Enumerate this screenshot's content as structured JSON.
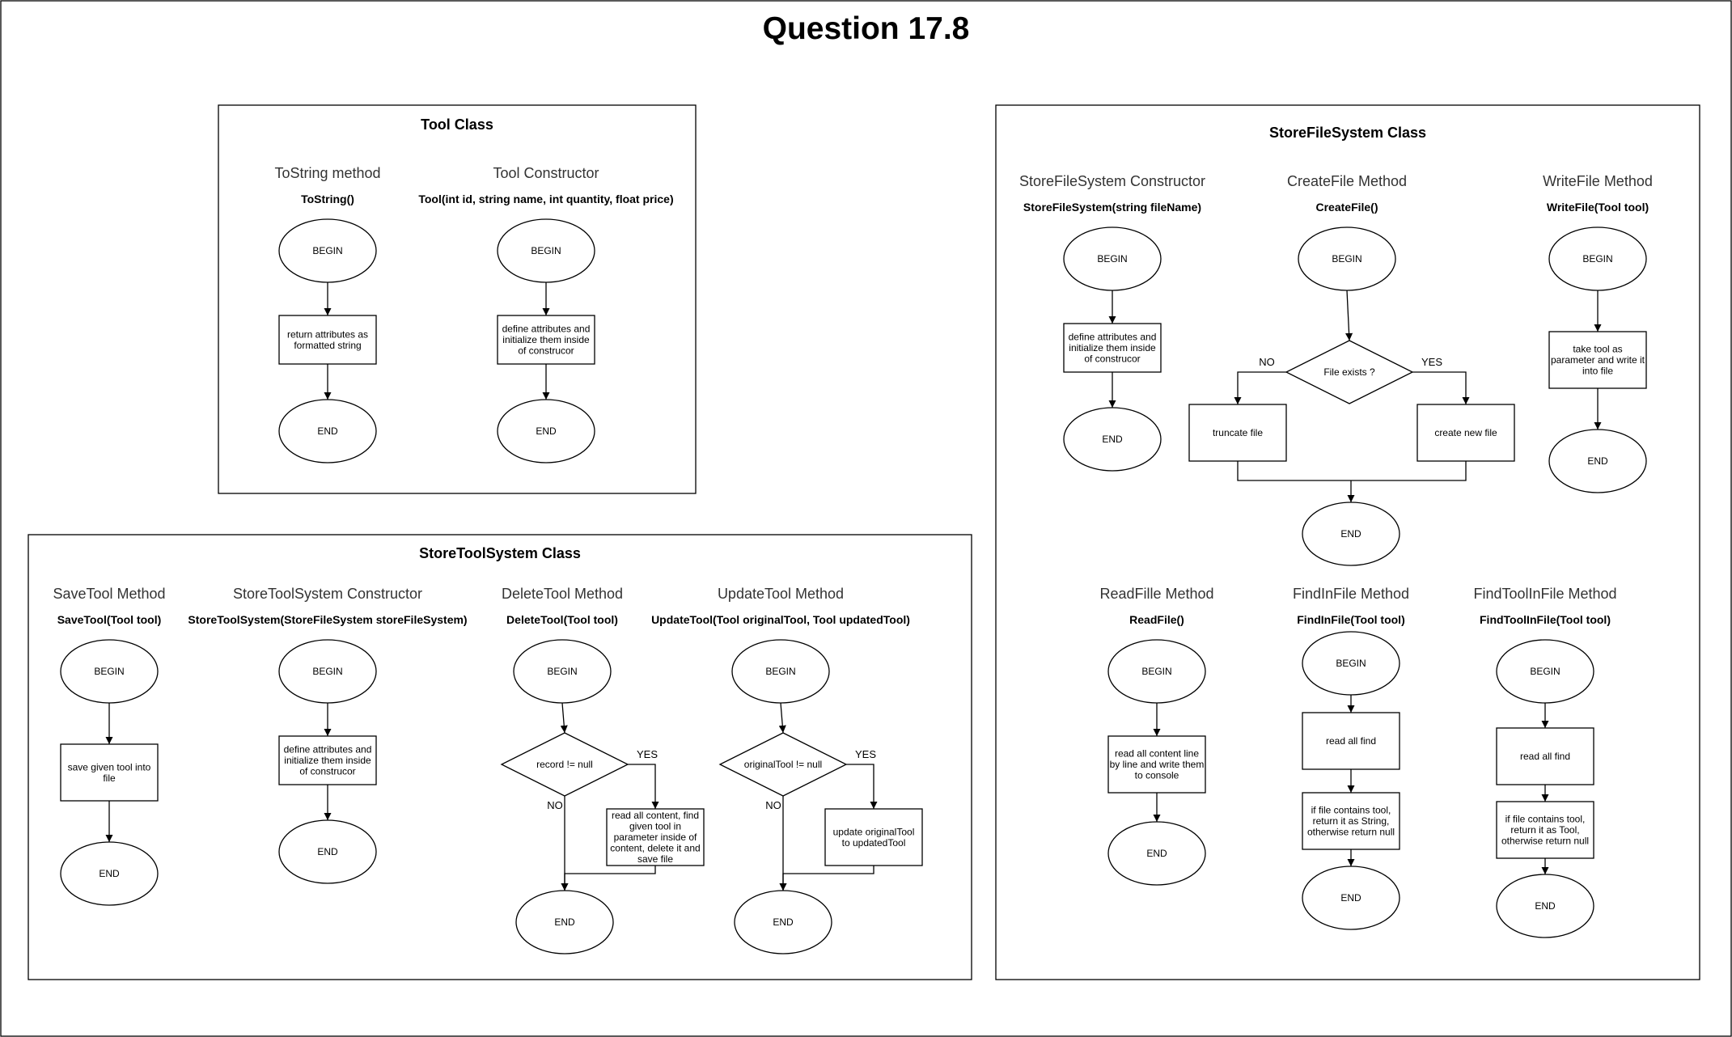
{
  "title": "Question 17.8",
  "panels": [
    {
      "id": "tool",
      "title": "Tool Class",
      "methods": [
        {
          "id": "tostring",
          "title": "ToString method",
          "signature": "ToString()",
          "nodes": [
            {
              "id": "begin",
              "kind": "ellipse",
              "text": "BEGIN"
            },
            {
              "id": "step1",
              "kind": "rect",
              "text": "return attributes as\nformatted string"
            },
            {
              "id": "end",
              "kind": "ellipse",
              "text": "END"
            }
          ],
          "edges": [
            {
              "from": "begin",
              "to": "step1"
            },
            {
              "from": "step1",
              "to": "end"
            }
          ]
        },
        {
          "id": "tool_ctor",
          "title": "Tool Constructor",
          "signature": "Tool(int id, string name, int quantity, float price)",
          "nodes": [
            {
              "id": "begin",
              "kind": "ellipse",
              "text": "BEGIN"
            },
            {
              "id": "step1",
              "kind": "rect",
              "text": "define attributes and\ninitialize them inside\nof construcor"
            },
            {
              "id": "end",
              "kind": "ellipse",
              "text": "END"
            }
          ],
          "edges": [
            {
              "from": "begin",
              "to": "step1"
            },
            {
              "from": "step1",
              "to": "end"
            }
          ]
        }
      ]
    },
    {
      "id": "storetoolsystem",
      "title": "StoreToolSystem Class",
      "methods": [
        {
          "id": "savetool",
          "title": "SaveTool Method",
          "signature": "SaveTool(Tool tool)",
          "nodes": [
            {
              "id": "begin",
              "kind": "ellipse",
              "text": "BEGIN"
            },
            {
              "id": "step1",
              "kind": "rect",
              "text": "save given tool into\nfile"
            },
            {
              "id": "end",
              "kind": "ellipse",
              "text": "END"
            }
          ],
          "edges": [
            {
              "from": "begin",
              "to": "step1"
            },
            {
              "from": "step1",
              "to": "end"
            }
          ]
        },
        {
          "id": "sts_ctor",
          "title": "StoreToolSystem Constructor",
          "signature": "StoreToolSystem(StoreFileSystem storeFileSystem)",
          "nodes": [
            {
              "id": "begin",
              "kind": "ellipse",
              "text": "BEGIN"
            },
            {
              "id": "step1",
              "kind": "rect",
              "text": "define attributes and\ninitialize them inside\nof construcor"
            },
            {
              "id": "end",
              "kind": "ellipse",
              "text": "END"
            }
          ],
          "edges": [
            {
              "from": "begin",
              "to": "step1"
            },
            {
              "from": "step1",
              "to": "end"
            }
          ]
        },
        {
          "id": "deletetool",
          "title": "DeleteTool Method",
          "signature": "DeleteTool(Tool tool)",
          "nodes": [
            {
              "id": "begin",
              "kind": "ellipse",
              "text": "BEGIN"
            },
            {
              "id": "cond",
              "kind": "diamond",
              "text": "record != null"
            },
            {
              "id": "step1",
              "kind": "rect",
              "text": "read all content, find\ngiven tool in\nparameter inside of\ncontent, delete it and\nsave file"
            },
            {
              "id": "end",
              "kind": "ellipse",
              "text": "END"
            }
          ],
          "edges": [
            {
              "from": "begin",
              "to": "cond"
            },
            {
              "from": "cond",
              "to": "step1",
              "label": "YES"
            },
            {
              "from": "cond",
              "to": "end",
              "label": "NO"
            },
            {
              "from": "step1",
              "to": "end"
            }
          ]
        },
        {
          "id": "updatetool",
          "title": "UpdateTool Method",
          "signature": "UpdateTool(Tool originalTool, Tool updatedTool)",
          "nodes": [
            {
              "id": "begin",
              "kind": "ellipse",
              "text": "BEGIN"
            },
            {
              "id": "cond",
              "kind": "diamond",
              "text": "originalTool != null"
            },
            {
              "id": "step1",
              "kind": "rect",
              "text": "update originalTool\nto updatedTool"
            },
            {
              "id": "end",
              "kind": "ellipse",
              "text": "END"
            }
          ],
          "edges": [
            {
              "from": "begin",
              "to": "cond"
            },
            {
              "from": "cond",
              "to": "step1",
              "label": "YES"
            },
            {
              "from": "cond",
              "to": "end",
              "label": "NO"
            },
            {
              "from": "step1",
              "to": "end"
            }
          ]
        }
      ]
    },
    {
      "id": "storefilesystem",
      "title": "StoreFileSystem Class",
      "methods": [
        {
          "id": "sfs_ctor",
          "title": "StoreFileSystem Constructor",
          "signature": "StoreFileSystem(string fileName)",
          "nodes": [
            {
              "id": "begin",
              "kind": "ellipse",
              "text": "BEGIN"
            },
            {
              "id": "step1",
              "kind": "rect",
              "text": "define attributes and\ninitialize them inside\nof construcor"
            },
            {
              "id": "end",
              "kind": "ellipse",
              "text": "END"
            }
          ],
          "edges": [
            {
              "from": "begin",
              "to": "step1"
            },
            {
              "from": "step1",
              "to": "end"
            }
          ]
        },
        {
          "id": "createfile",
          "title": "CreateFile Method",
          "signature": "CreateFile()",
          "nodes": [
            {
              "id": "begin",
              "kind": "ellipse",
              "text": "BEGIN"
            },
            {
              "id": "cond",
              "kind": "diamond",
              "text": "File exists ?"
            },
            {
              "id": "truncate",
              "kind": "rect",
              "text": "truncate file"
            },
            {
              "id": "create",
              "kind": "rect",
              "text": "create new file"
            },
            {
              "id": "end",
              "kind": "ellipse",
              "text": "END"
            }
          ],
          "edges": [
            {
              "from": "begin",
              "to": "cond"
            },
            {
              "from": "cond",
              "to": "truncate",
              "label": "NO"
            },
            {
              "from": "cond",
              "to": "create",
              "label": "YES"
            },
            {
              "from": "truncate",
              "to": "end"
            },
            {
              "from": "create",
              "to": "end"
            }
          ]
        },
        {
          "id": "writefile",
          "title": "WriteFile Method",
          "signature": "WriteFile(Tool tool)",
          "nodes": [
            {
              "id": "begin",
              "kind": "ellipse",
              "text": "BEGIN"
            },
            {
              "id": "step1",
              "kind": "rect",
              "text": "take tool as\nparameter and write it\ninto file"
            },
            {
              "id": "end",
              "kind": "ellipse",
              "text": "END"
            }
          ],
          "edges": [
            {
              "from": "begin",
              "to": "step1"
            },
            {
              "from": "step1",
              "to": "end"
            }
          ]
        },
        {
          "id": "readfile",
          "title": "ReadFille Method",
          "signature": "ReadFile()",
          "nodes": [
            {
              "id": "begin",
              "kind": "ellipse",
              "text": "BEGIN"
            },
            {
              "id": "step1",
              "kind": "rect",
              "text": "read all content line\nby line and write them\nto console"
            },
            {
              "id": "end",
              "kind": "ellipse",
              "text": "END"
            }
          ],
          "edges": [
            {
              "from": "begin",
              "to": "step1"
            },
            {
              "from": "step1",
              "to": "end"
            }
          ]
        },
        {
          "id": "findinfile",
          "title": "FindInFile Method",
          "signature": "FindInFile(Tool tool)",
          "nodes": [
            {
              "id": "begin",
              "kind": "ellipse",
              "text": "BEGIN"
            },
            {
              "id": "step1",
              "kind": "rect",
              "text": "read all find"
            },
            {
              "id": "step2",
              "kind": "rect",
              "text": "if file contains tool,\nreturn it as String,\notherwise return null"
            },
            {
              "id": "end",
              "kind": "ellipse",
              "text": "END"
            }
          ],
          "edges": [
            {
              "from": "begin",
              "to": "step1"
            },
            {
              "from": "step1",
              "to": "step2"
            },
            {
              "from": "step2",
              "to": "end"
            }
          ]
        },
        {
          "id": "findtoolinfile",
          "title": "FindToolInFile Method",
          "signature": "FindToolInFile(Tool tool)",
          "nodes": [
            {
              "id": "begin",
              "kind": "ellipse",
              "text": "BEGIN"
            },
            {
              "id": "step1",
              "kind": "rect",
              "text": "read all find"
            },
            {
              "id": "step2",
              "kind": "rect",
              "text": "if file contains tool,\nreturn it as Tool,\notherwise return null"
            },
            {
              "id": "end",
              "kind": "ellipse",
              "text": "END"
            }
          ],
          "edges": [
            {
              "from": "begin",
              "to": "step1"
            },
            {
              "from": "step1",
              "to": "step2"
            },
            {
              "from": "step2",
              "to": "end"
            }
          ]
        }
      ]
    }
  ]
}
